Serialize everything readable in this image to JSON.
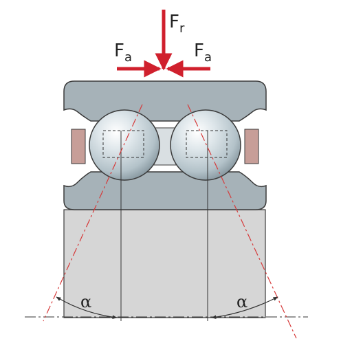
{
  "labels": {
    "radial_force": "F",
    "radial_force_sub": "r",
    "axial_force": "F",
    "axial_force_sub": "a",
    "contact_angle": "α"
  },
  "colors": {
    "ring": "#a6b2b8",
    "ring_stroke": "#3a3a3a",
    "bore": "#d5d5d5",
    "ball": "#c6d2d8",
    "ball_highlight": "#ffffff",
    "cage": "#c79e98",
    "arrow": "#d0202d",
    "contact_line": "#d63a3a",
    "line": "#333333"
  }
}
